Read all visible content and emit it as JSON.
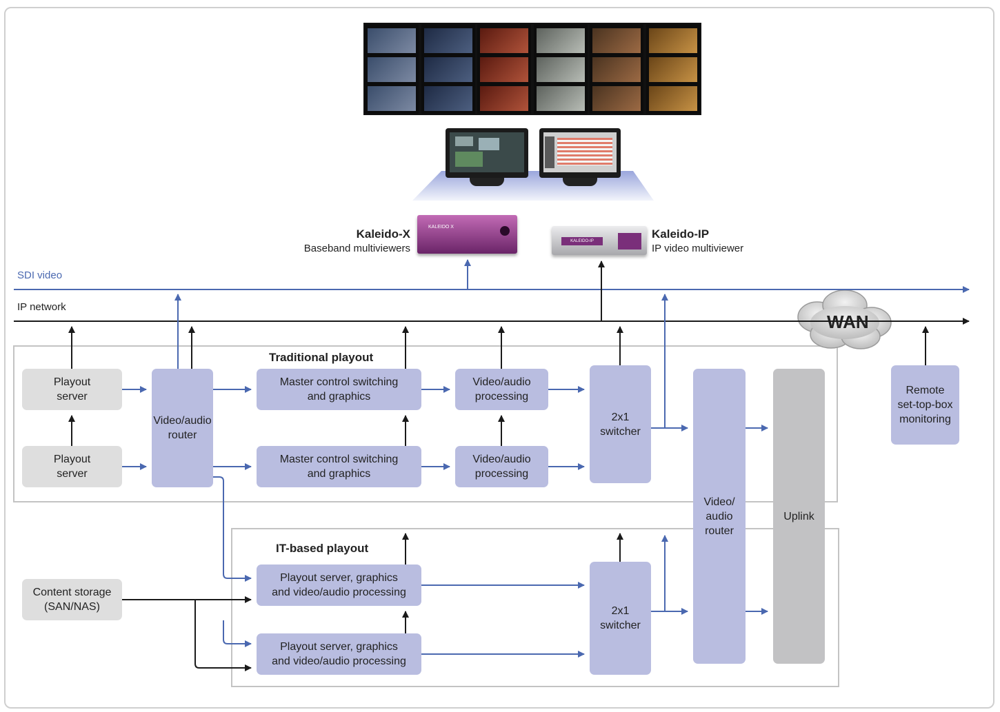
{
  "colors": {
    "sdi_blue": "#4a68b0",
    "ip_black": "#1a1a1a",
    "box_lavender": "#b9bde0",
    "box_gray": "#dedede",
    "uplink_gray": "#c2c2c4"
  },
  "network": {
    "sdi_label": "SDI video",
    "ip_label": "IP network",
    "wan_label": "WAN"
  },
  "devices": {
    "kaleido_x": {
      "name": "Kaleido-X",
      "desc": "Baseband multiviewers",
      "logo_text": "KALEIDO X"
    },
    "kaleido_ip": {
      "name": "Kaleido-IP",
      "desc": "IP video multiviewer",
      "logo_text": "KALEIDO-IP"
    }
  },
  "groups": {
    "traditional": "Traditional playout",
    "it_based": "IT-based playout"
  },
  "boxes": {
    "playout_server_1": "Playout\nserver",
    "playout_server_2": "Playout\nserver",
    "router_1": "Video/audio\nrouter",
    "mcs_1": "Master control switching\nand graphics",
    "mcs_2": "Master control switching\nand graphics",
    "vap_1": "Video/audio\nprocessing",
    "vap_2": "Video/audio\nprocessing",
    "switcher_1": "2x1\nswitcher",
    "switcher_2": "2x1\nswitcher",
    "router_2": "Video/\naudio\nrouter",
    "uplink": "Uplink",
    "remote_stb": "Remote\nset-top-box\nmonitoring",
    "content_storage": "Content storage\n(SAN/NAS)",
    "it_ps_1": "Playout server, graphics\nand video/audio processing",
    "it_ps_2": "Playout server, graphics\nand video/audio processing"
  }
}
